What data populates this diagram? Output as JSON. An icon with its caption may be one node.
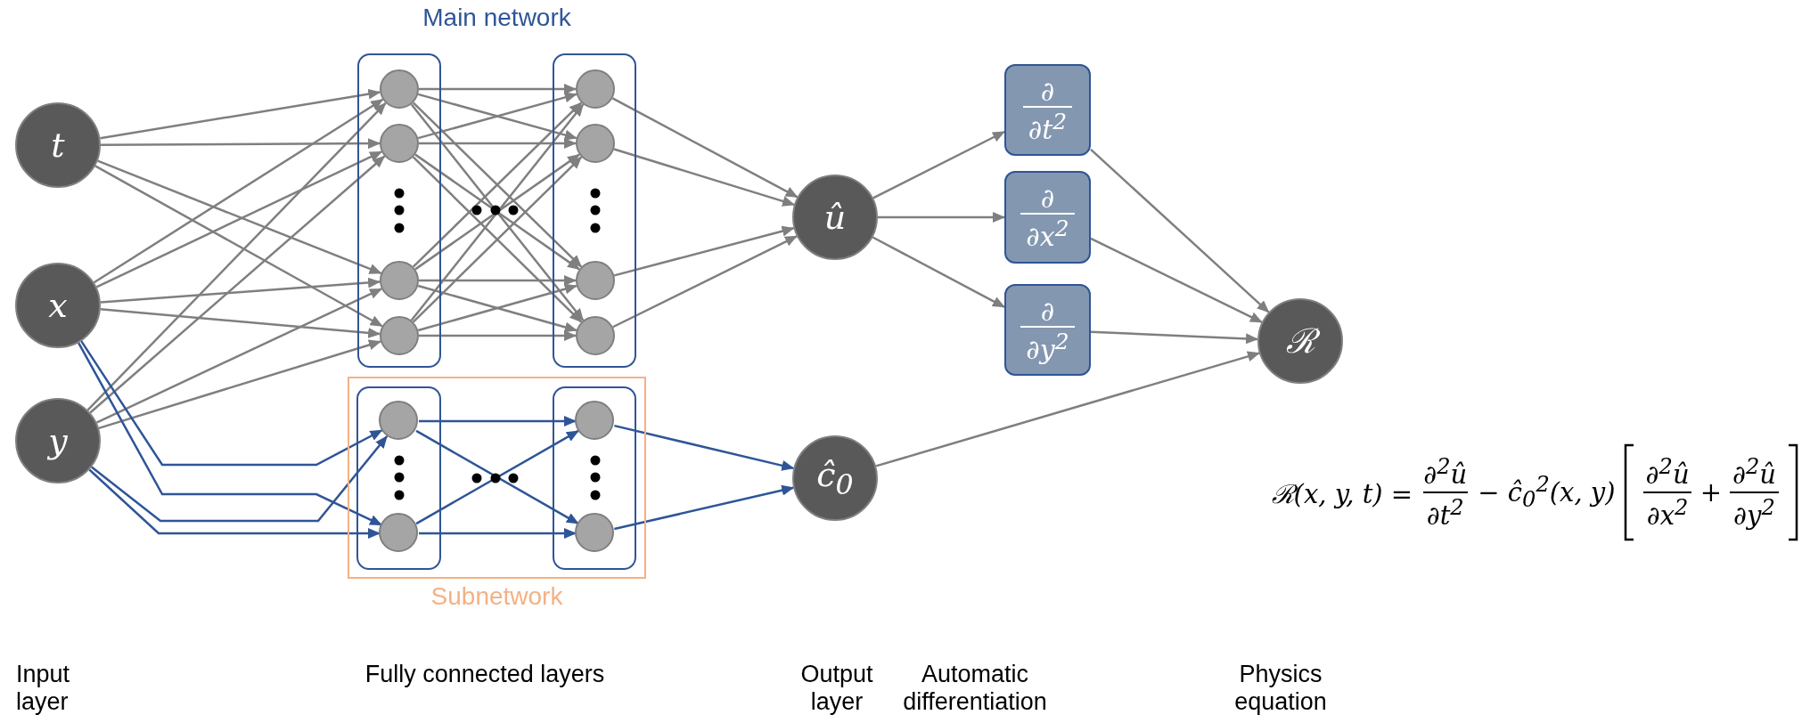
{
  "diagram": {
    "nodes": [
      {
        "text": [
          "t"
        ]
      },
      {
        "text": [
          "x"
        ]
      },
      {
        "text": [
          "y"
        ]
      },
      {
        "text": [],
        "shape": "box"
      },
      {
        "text": [],
        "shape": "circle",
        "in": 3
      },
      {
        "text": [],
        "shape": "circle",
        "in": 3
      },
      {
        "text": [],
        "shape": "circle",
        "in": 3
      },
      {
        "text": [],
        "shape": "circle",
        "in": 3
      },
      {
        "text": [],
        "shape": "box"
      },
      {
        "text": [],
        "shape": "circle",
        "in": 8
      },
      {
        "text": [],
        "shape": "circle",
        "in": 8
      },
      {
        "text": [],
        "shape": "circle",
        "in": 8
      },
      {
        "text": [],
        "shape": "circle",
        "in": 8
      },
      {
        "text": [
          "Subnetwork"
        ]
      },
      {
        "text": [],
        "shape": "box",
        "in": 13
      },
      {
        "text": [],
        "shape": "circle",
        "in": 14
      },
      {
        "text": [],
        "shape": "circle",
        "in": 14
      },
      {
        "text": [],
        "shape": "box",
        "in": 13
      },
      {
        "text": [],
        "shape": "circle",
        "in": 17
      },
      {
        "text": [],
        "shape": "circle",
        "in": 17
      },
      {
        "text": [
          "û"
        ]
      },
      {
        "text": [
          "ĉ$_{0}$"
        ]
      },
      {
        "text": [
          "∂",
          "∂t$^{2}$"
        ]
      },
      {
        "text": [
          "∂",
          "∂x$^{2}$"
        ]
      },
      {
        "text": [
          "∂",
          "∂y$^{2}$"
        ]
      },
      {
        "text": [
          "ℛ"
        ]
      }
    ],
    "edges": [
      {
        "from": 0,
        "to": 4,
        "arrow": "to"
      },
      {
        "from": 0,
        "to": 5,
        "arrow": "to"
      },
      {
        "from": 0,
        "to": 6,
        "arrow": "to"
      },
      {
        "from": 0,
        "to": 7,
        "arrow": "to"
      },
      {
        "from": 1,
        "to": 4,
        "arrow": "to"
      },
      {
        "from": 1,
        "to": 5,
        "arrow": "to"
      },
      {
        "from": 1,
        "to": 6,
        "arrow": "to"
      },
      {
        "from": 1,
        "to": 7,
        "arrow": "to"
      },
      {
        "from": 2,
        "to": 4,
        "arrow": "to"
      },
      {
        "from": 2,
        "to": 5,
        "arrow": "to"
      },
      {
        "from": 2,
        "to": 6,
        "arrow": "to"
      },
      {
        "from": 2,
        "to": 7,
        "arrow": "to"
      },
      {
        "from": 4,
        "to": 9,
        "arrow": "to"
      },
      {
        "from": 4,
        "to": 10,
        "arrow": "to"
      },
      {
        "from": 4,
        "to": 11,
        "arrow": "to"
      },
      {
        "from": 4,
        "to": 12,
        "arrow": "to"
      },
      {
        "from": 5,
        "to": 9,
        "arrow": "to"
      },
      {
        "from": 5,
        "to": 10,
        "arrow": "to"
      },
      {
        "from": 5,
        "to": 11,
        "arrow": "to"
      },
      {
        "from": 5,
        "to": 12,
        "arrow": "to"
      },
      {
        "from": 6,
        "to": 9,
        "arrow": "to"
      },
      {
        "from": 6,
        "to": 10,
        "arrow": "to"
      },
      {
        "from": 6,
        "to": 11,
        "arrow": "to"
      },
      {
        "from": 6,
        "to": 12,
        "arrow": "to"
      },
      {
        "from": 7,
        "to": 9,
        "arrow": "to"
      },
      {
        "from": 7,
        "to": 10,
        "arrow": "to"
      },
      {
        "from": 7,
        "to": 11,
        "arrow": "to"
      },
      {
        "from": 7,
        "to": 12,
        "arrow": "to"
      },
      {
        "from": 9,
        "to": 20,
        "arrow": "to"
      },
      {
        "from": 10,
        "to": 20,
        "arrow": "to"
      },
      {
        "from": 11,
        "to": 20,
        "arrow": "to"
      },
      {
        "from": 12,
        "to": 20,
        "arrow": "to"
      },
      {
        "from": 1,
        "to": 15,
        "arrow": "to",
        "color": "#2f5597"
      },
      {
        "from": 1,
        "to": 16,
        "arrow": "to",
        "color": "#2f5597"
      },
      {
        "from": 2,
        "to": 15,
        "arrow": "to",
        "color": "#2f5597"
      },
      {
        "from": 2,
        "to": 16,
        "arrow": "to",
        "color": "#2f5597"
      },
      {
        "from": 15,
        "to": 18,
        "arrow": "to",
        "color": "#2f5597"
      },
      {
        "from": 15,
        "to": 19,
        "arrow": "to",
        "color": "#2f5597"
      },
      {
        "from": 16,
        "to": 18,
        "arrow": "to",
        "color": "#2f5597"
      },
      {
        "from": 16,
        "to": 19,
        "arrow": "to",
        "color": "#2f5597"
      },
      {
        "from": 18,
        "to": 21,
        "arrow": "to",
        "color": "#2f5597"
      },
      {
        "from": 19,
        "to": 21,
        "arrow": "to",
        "color": "#2f5597"
      },
      {
        "from": 20,
        "to": 22,
        "arrow": "to"
      },
      {
        "from": 20,
        "to": 23,
        "arrow": "to"
      },
      {
        "from": 20,
        "to": 24,
        "arrow": "to"
      },
      {
        "from": 22,
        "to": 25,
        "arrow": "to"
      },
      {
        "from": 23,
        "to": 25,
        "arrow": "to"
      },
      {
        "from": 24,
        "to": 25,
        "arrow": "to"
      },
      {
        "from": 21,
        "to": 25,
        "arrow": "to"
      }
    ],
    "labels": [
      "Main network",
      "ℛ(x, y, t) =",
      "∂$^{2}$û",
      "∂t$^{2}$",
      "− ĉ$_{0}$$^{2}$(x, y)",
      "∂$^{2}$û",
      "∂x$^{2}$",
      "+",
      "∂$^{2}$û",
      "∂y$^{2}$",
      "Input layer",
      "Fully connected layers",
      "Output layer",
      "Automatic differentiation",
      "Physics equation"
    ]
  }
}
